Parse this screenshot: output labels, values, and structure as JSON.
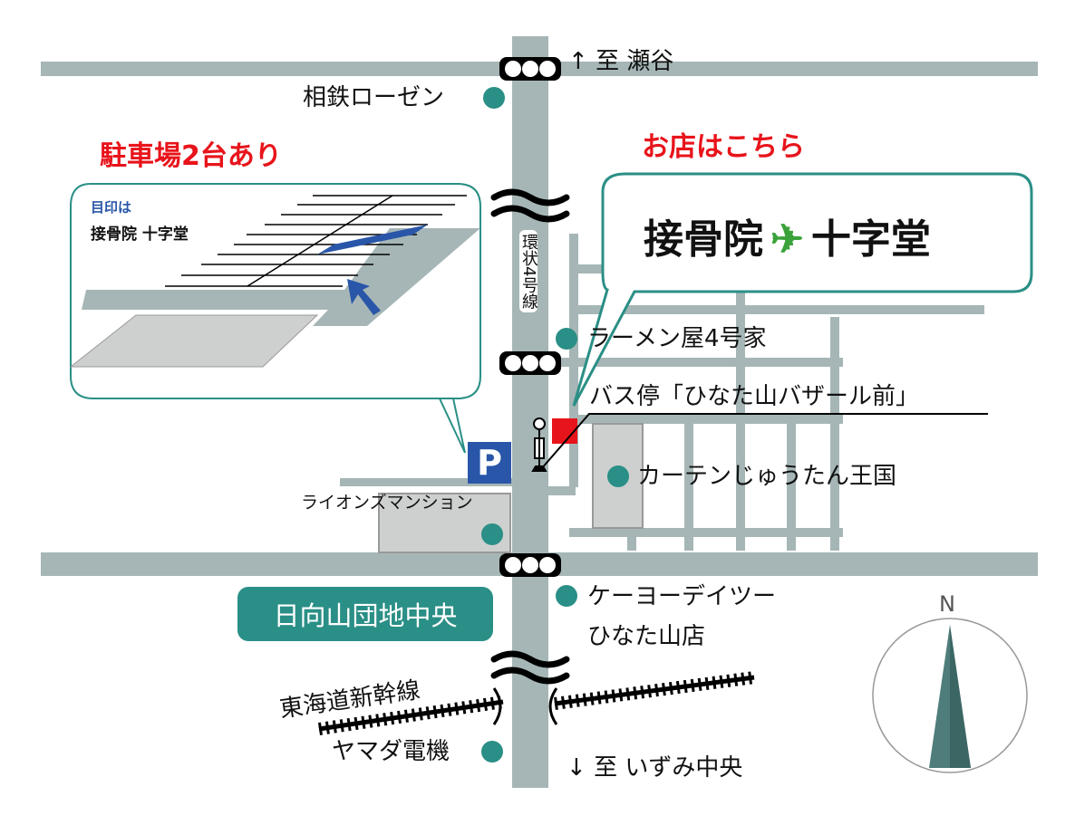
{
  "directions": {
    "north": "至 瀬谷",
    "south": "至 いずみ中央",
    "north_arrow": "↑",
    "south_arrow": "↓"
  },
  "road_name": "環状4号線",
  "parking": {
    "title": "駐車場2台あり",
    "mark_label": "目印は",
    "clinic_name": "接骨院 十字堂",
    "sign": "P"
  },
  "shop": {
    "callout_title": "お店はこちら",
    "name_left": "接骨院",
    "name_right": "十字堂"
  },
  "landmarks": {
    "sotetsu": "相鉄ローゼン",
    "ramen": "ラーメン屋4号家",
    "bus_stop": "バス停「ひなた山バザール前」",
    "curtain": "カーテンじゅうたん王国",
    "lions": "ライオンズマンション",
    "keiyo_1": "ケーヨーデイツー",
    "keiyo_2": "ひなた山店",
    "yamada": "ヤマダ電機",
    "shinkansen": "東海道新幹線"
  },
  "intersection": "日向山団地中央",
  "compass": "N",
  "colors": {
    "road": "#a6b6b6",
    "accent": "#2a8f86",
    "red": "#e8141b",
    "blue": "#2956a8",
    "green": "#3aa23a"
  }
}
